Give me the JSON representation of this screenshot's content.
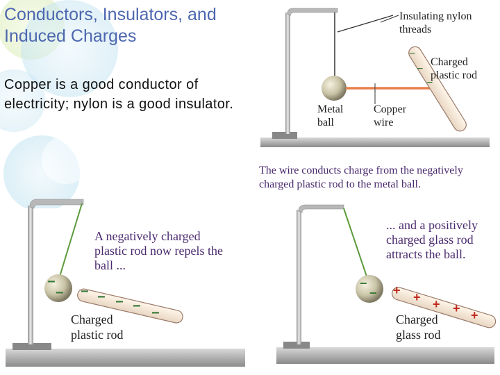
{
  "title": "Conductors, Insulators, and Induced Charges",
  "subtitle": "Copper is a good conductor of electricity; nylon is a good insulator.",
  "panel_top": {
    "label_threads": "Insulating nylon threads",
    "label_rod": "Charged plastic rod",
    "label_ball": "Metal ball",
    "label_wire": "Copper wire",
    "caption": "The wire conducts charge from the negatively charged plastic rod to the metal ball."
  },
  "panel_left": {
    "caption": "A negatively charged plastic rod now repels the ball ...",
    "label_rod": "Charged plastic rod"
  },
  "panel_right": {
    "caption": "... and a positively charged glass rod attracts the ball.",
    "label_rod": "Charged glass rod"
  },
  "colors": {
    "title": "#4d67b0",
    "caption": "#4a2a6e",
    "copper": "#e8804a",
    "thread": "#5a9a3c",
    "charge_minus": "#3a7a3a",
    "charge_plus": "#c0281c",
    "stand": "#a8a8a8"
  },
  "icons": [
    "bubble-decoration"
  ]
}
